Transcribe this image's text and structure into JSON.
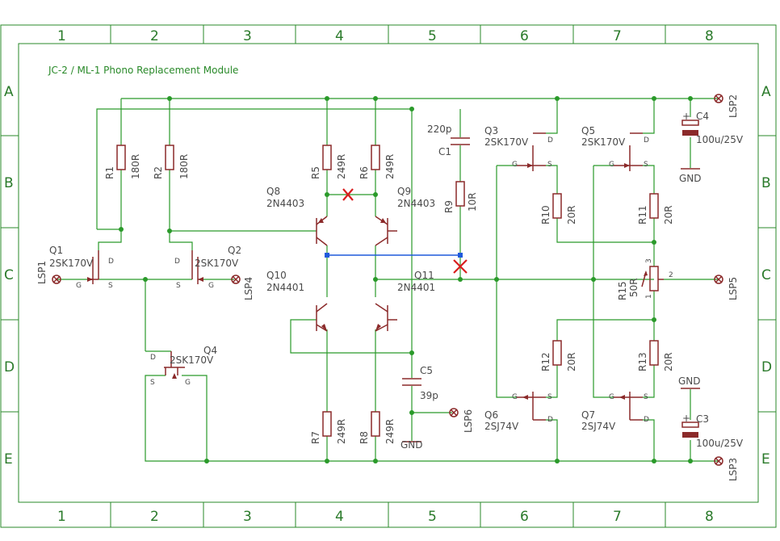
{
  "title": "JC-2 / ML-1 Phono Replacement Module",
  "frame": {
    "columns": [
      "1",
      "2",
      "3",
      "4",
      "5",
      "6",
      "7",
      "8"
    ],
    "rows": [
      "A",
      "B",
      "C",
      "D",
      "E"
    ]
  },
  "components": {
    "r1": {
      "name": "R1",
      "value": "180R"
    },
    "r2": {
      "name": "R2",
      "value": "180R"
    },
    "r5": {
      "name": "R5",
      "value": "249R"
    },
    "r6": {
      "name": "R6",
      "value": "249R"
    },
    "r7": {
      "name": "R7",
      "value": "249R"
    },
    "r8": {
      "name": "R8",
      "value": "249R"
    },
    "r9": {
      "name": "R9",
      "value": "10R"
    },
    "r10": {
      "name": "R10",
      "value": "20R"
    },
    "r11": {
      "name": "R11",
      "value": "20R"
    },
    "r12": {
      "name": "R12",
      "value": "20R"
    },
    "r13": {
      "name": "R13",
      "value": "20R"
    },
    "r15": {
      "name": "R15",
      "value": "50R"
    },
    "c1": {
      "name": "C1",
      "value": "220p"
    },
    "c3": {
      "name": "C3",
      "value": "100u/25V"
    },
    "c4": {
      "name": "C4",
      "value": "100u/25V"
    },
    "c5": {
      "name": "C5",
      "value": "39p"
    },
    "q1": {
      "name": "Q1",
      "value": "2SK170V"
    },
    "q2": {
      "name": "Q2",
      "value": "2SK170V"
    },
    "q3": {
      "name": "Q3",
      "value": "2SK170V"
    },
    "q4": {
      "name": "Q4",
      "value": "2SK170V"
    },
    "q5": {
      "name": "Q5",
      "value": "2SK170V"
    },
    "q6": {
      "name": "Q6",
      "value": "2SJ74V"
    },
    "q7": {
      "name": "Q7",
      "value": "2SJ74V"
    },
    "q8": {
      "name": "Q8",
      "value": "2N4403"
    },
    "q9": {
      "name": "Q9",
      "value": "2N4403"
    },
    "q10": {
      "name": "Q10",
      "value": "2N4401"
    },
    "q11": {
      "name": "Q11",
      "value": "2N4401"
    }
  },
  "connectors": [
    "LSP1",
    "LSP2",
    "LSP3",
    "LSP4",
    "LSP5",
    "LSP6"
  ],
  "ground": "GND",
  "pins": {
    "d": "D",
    "g": "G",
    "s": "S",
    "p1": "1",
    "p2": "2",
    "p3": "3"
  },
  "colors": {
    "wire": "#2a9a2a",
    "component": "#8b2a2a",
    "label": "#4a4a4a",
    "frame": "#2a8a2a",
    "marker": "#d81e1e",
    "highlight": "#1e5adc"
  }
}
